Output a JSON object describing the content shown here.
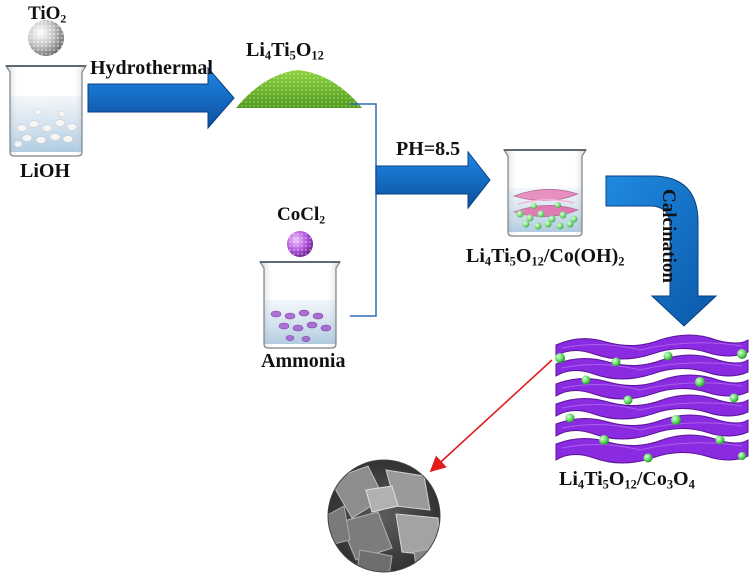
{
  "labels": {
    "tio2": {
      "main": "TiO",
      "sub": "2"
    },
    "lioh": "LiOH",
    "hydrothermal": "Hydrothermal",
    "lto": [
      "Li",
      "4",
      "Ti",
      "5",
      "O",
      "12"
    ],
    "cocl2": {
      "main": "CoCl",
      "sub": "2"
    },
    "ammonia": "Ammonia",
    "ph": "PH=8.5",
    "lto_coh": [
      "Li",
      "4",
      "Ti",
      "5",
      "O",
      "12",
      "/Co(OH)",
      "2"
    ],
    "calcination": "Calcination",
    "lto_co3o4": [
      "Li",
      "4",
      "Ti",
      "5",
      "O",
      "12",
      "/Co",
      "3",
      "O",
      "4"
    ]
  },
  "colors": {
    "arrow_blue": "#1565c0",
    "green_powder": "#6bbf2a",
    "purple_particle": "#a64fd6",
    "lilac_sheet": "#8a2be2",
    "red_pointer": "#e11d1d"
  }
}
